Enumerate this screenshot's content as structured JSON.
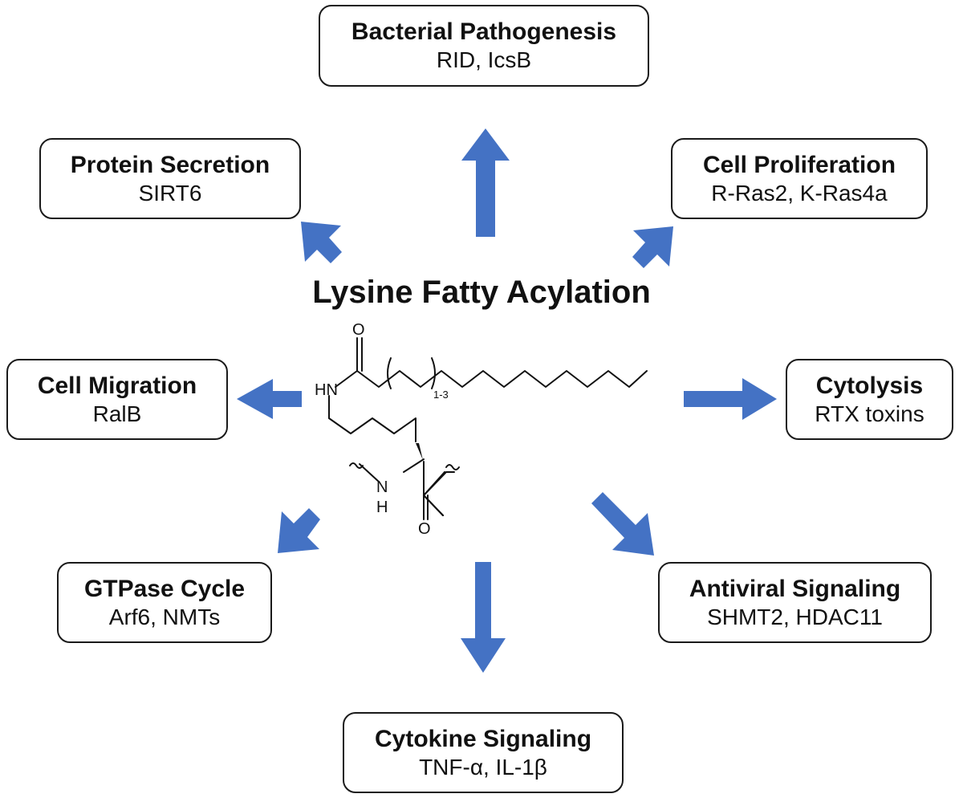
{
  "diagram": {
    "center_title": "Lysine Fatty Acylation",
    "arrow_color": "#4472c4",
    "molecule": {
      "atom_O_top": "O",
      "atom_HN": "HN",
      "repeat_subscript": "1-3",
      "atom_N": "N",
      "atom_H": "H",
      "atom_O_bottom": "O"
    },
    "boxes": [
      {
        "id": "bacterial-pathogenesis",
        "title": "Bacterial Pathogenesis",
        "sub": "RID, IcsB"
      },
      {
        "id": "protein-secretion",
        "title": "Protein Secretion",
        "sub": "SIRT6"
      },
      {
        "id": "cell-proliferation",
        "title": "Cell Proliferation",
        "sub": "R-Ras2, K-Ras4a"
      },
      {
        "id": "cell-migration",
        "title": "Cell Migration",
        "sub": "RalB"
      },
      {
        "id": "cytolysis",
        "title": "Cytolysis",
        "sub": "RTX toxins"
      },
      {
        "id": "gtpase-cycle",
        "title": "GTPase Cycle",
        "sub": "Arf6, NMTs"
      },
      {
        "id": "antiviral-signaling",
        "title": "Antiviral Signaling",
        "sub": "SHMT2, HDAC11"
      },
      {
        "id": "cytokine-signaling",
        "title": "Cytokine Signaling",
        "sub": "TNF-α, IL-1β"
      }
    ]
  }
}
